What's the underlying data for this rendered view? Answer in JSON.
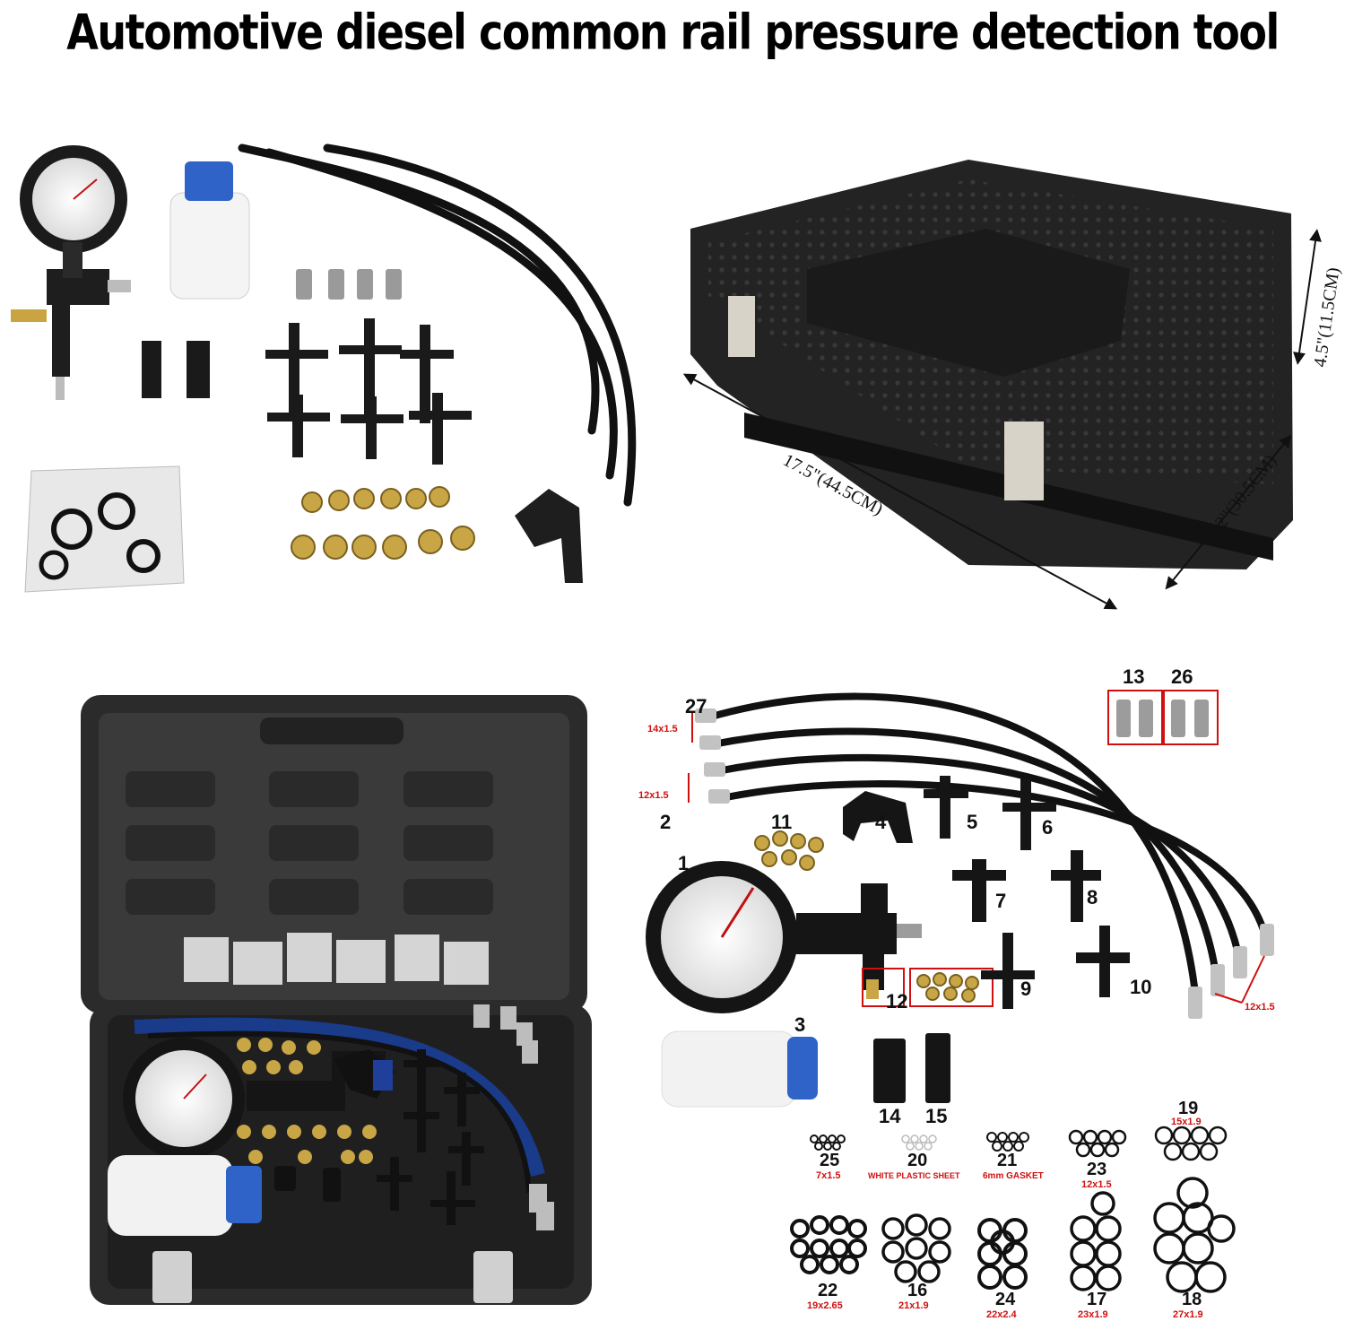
{
  "title": "Automotive diesel common rail pressure detection tool",
  "case_dimensions": {
    "length": "17.5\"(44.5CM)",
    "width": "12\"(30.5CM)",
    "height": "4.5\"(11.5CM)"
  },
  "callouts": {
    "27": "27",
    "2": "2",
    "1": "1",
    "3": "3",
    "4": "4",
    "5": "5",
    "6": "6",
    "7": "7",
    "8": "8",
    "9": "9",
    "10": "10",
    "11": "11",
    "12": "12",
    "13": "13",
    "14": "14",
    "15": "15",
    "26": "26"
  },
  "thread_sizes": {
    "top_hose": "14x1.5",
    "lower_hose": "12x1.5",
    "hose_ends": "12x1.5"
  },
  "orings": [
    {
      "num": "25",
      "size": "7x1.5"
    },
    {
      "num": "20",
      "size": "WHITE PLASTIC SHEET"
    },
    {
      "num": "21",
      "size": "6mm GASKET"
    },
    {
      "num": "23",
      "size": "12x1.5"
    },
    {
      "num": "19",
      "size": "15x1.9"
    },
    {
      "num": "22",
      "size": "19x2.65"
    },
    {
      "num": "16",
      "size": "21x1.9"
    },
    {
      "num": "24",
      "size": "22x2.4"
    },
    {
      "num": "17",
      "size": "23x1.9"
    },
    {
      "num": "18",
      "size": "27x1.9"
    }
  ],
  "colors": {
    "case": "#262626",
    "accent_red": "#d01010",
    "foam_blue": "#1a3a8a"
  }
}
